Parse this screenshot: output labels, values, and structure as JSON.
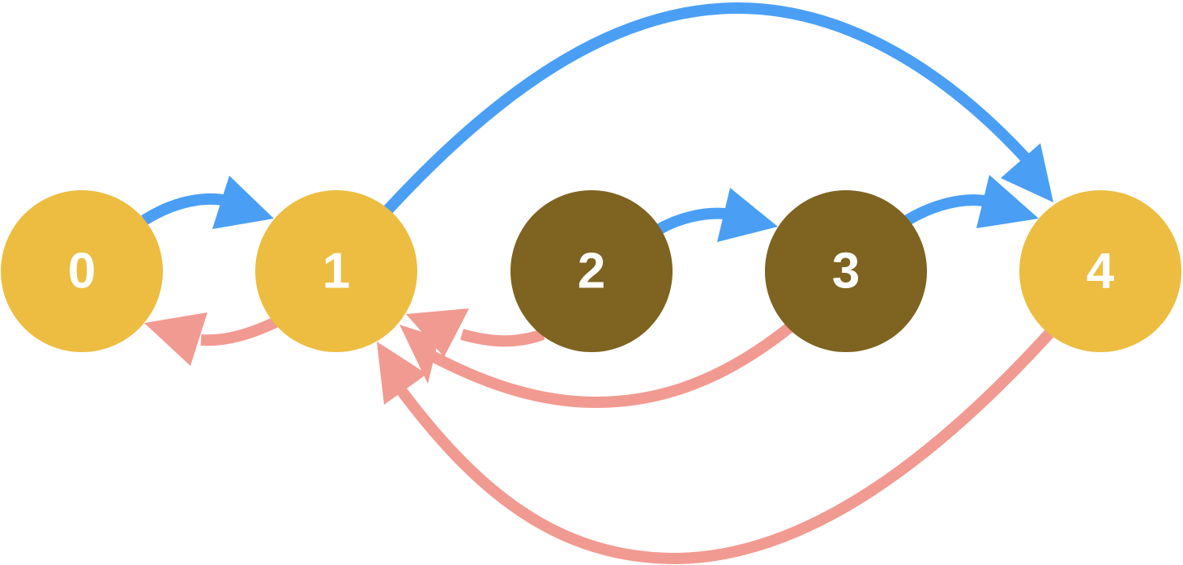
{
  "colors": {
    "background": "#ffffff",
    "node_light": "#ECBD41",
    "node_dark": "#7E6321",
    "edge_forward": "#4A9FF5",
    "edge_back": "#F19A91",
    "label": "#ffffff"
  },
  "nodes": [
    {
      "id": "n0",
      "label": "0",
      "style": "light"
    },
    {
      "id": "n1",
      "label": "1",
      "style": "light"
    },
    {
      "id": "n2",
      "label": "2",
      "style": "dark"
    },
    {
      "id": "n3",
      "label": "3",
      "style": "dark"
    },
    {
      "id": "n4",
      "label": "4",
      "style": "light"
    }
  ],
  "edges": [
    {
      "from": "0",
      "to": "1",
      "kind": "forward"
    },
    {
      "from": "1",
      "to": "4",
      "kind": "forward"
    },
    {
      "from": "2",
      "to": "3",
      "kind": "forward"
    },
    {
      "from": "3",
      "to": "4",
      "kind": "forward"
    },
    {
      "from": "1",
      "to": "0",
      "kind": "back"
    },
    {
      "from": "2",
      "to": "1",
      "kind": "back"
    },
    {
      "from": "3",
      "to": "1",
      "kind": "back"
    },
    {
      "from": "4",
      "to": "1",
      "kind": "back"
    }
  ]
}
